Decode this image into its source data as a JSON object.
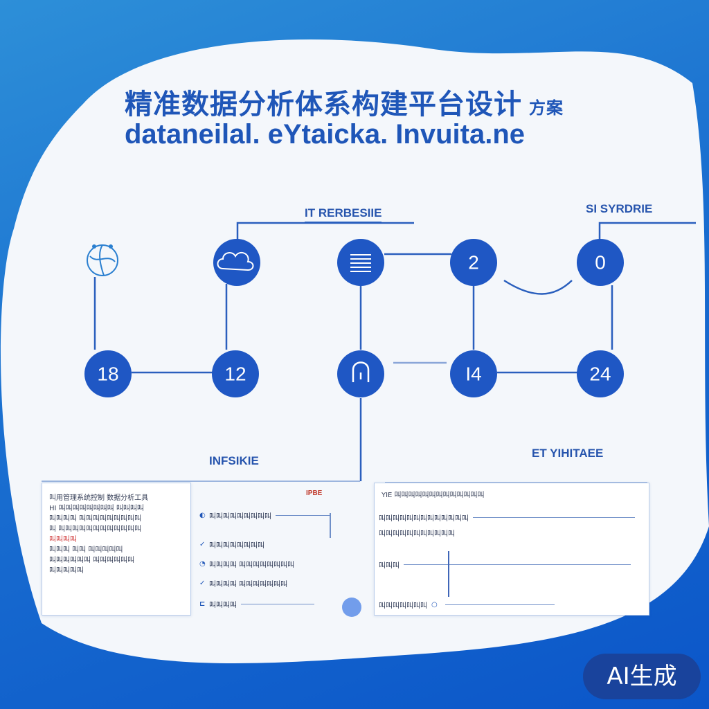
{
  "header": {
    "title_cn": "精准数据分析体系构建平台设计",
    "title_cn_tail": "方案",
    "title_en": "dataneilal. eYtaicka. Invuita.ne"
  },
  "labels": {
    "top_center": "IT RERBESIIE",
    "top_right": "SI SYRDRIE",
    "mid_left": "INFSIKIE",
    "mid_right": "ET YIHITAEE",
    "panel_flag": "IPBE"
  },
  "nodes": {
    "n_top_4": "2",
    "n_top_5": "0",
    "n_bot_1": "18",
    "n_bot_2": "12",
    "n_bot_4": "I4",
    "n_bot_5": "24"
  },
  "panel_left": {
    "lines": [
      "叫用管理系统控制 数据分析工具",
      "HI 叫叫叫叫叫叫叫叫 叫叫叫叫",
      "叫叫叫叫 叫叫叫叫叫叫叫叫叫",
      "叫 叫叫叫叫叫叫叫叫叫叫叫叫",
      "叫叫叫 叫叫 叫叫叫叫叫",
      "叫叫叫叫叫叫 叫叫叫叫叫叫",
      "叫叫叫叫叫"
    ],
    "red_line": "叫叫叫叫",
    "rows": [
      "叫叫叫叫叫叫叫叫叫",
      "叫叫叫叫叫叫叫叫",
      "叫叫叫叫 叫叫叫叫叫叫叫叫",
      "叫叫叫叫 叫叫叫叫叫叫叫",
      "叫叫叫叫"
    ]
  },
  "panel_right": {
    "header": "YIE 叫叫叫叫叫叫叫叫叫叫叫叫叫",
    "rows": [
      "叫叫叫叫叫叫叫叫叫叫叫叫叫",
      "叫叫叫叫叫叫叫叫叫叫叫",
      "叫叫叫",
      "叫叫叫叫叫叫叫"
    ]
  },
  "badge": {
    "text": "AI生成"
  },
  "colors": {
    "node_fill": "#1f57c4",
    "line": "#2a5fbd",
    "bg_blue": "#1a6fd0",
    "card": "#f4f7fb"
  }
}
